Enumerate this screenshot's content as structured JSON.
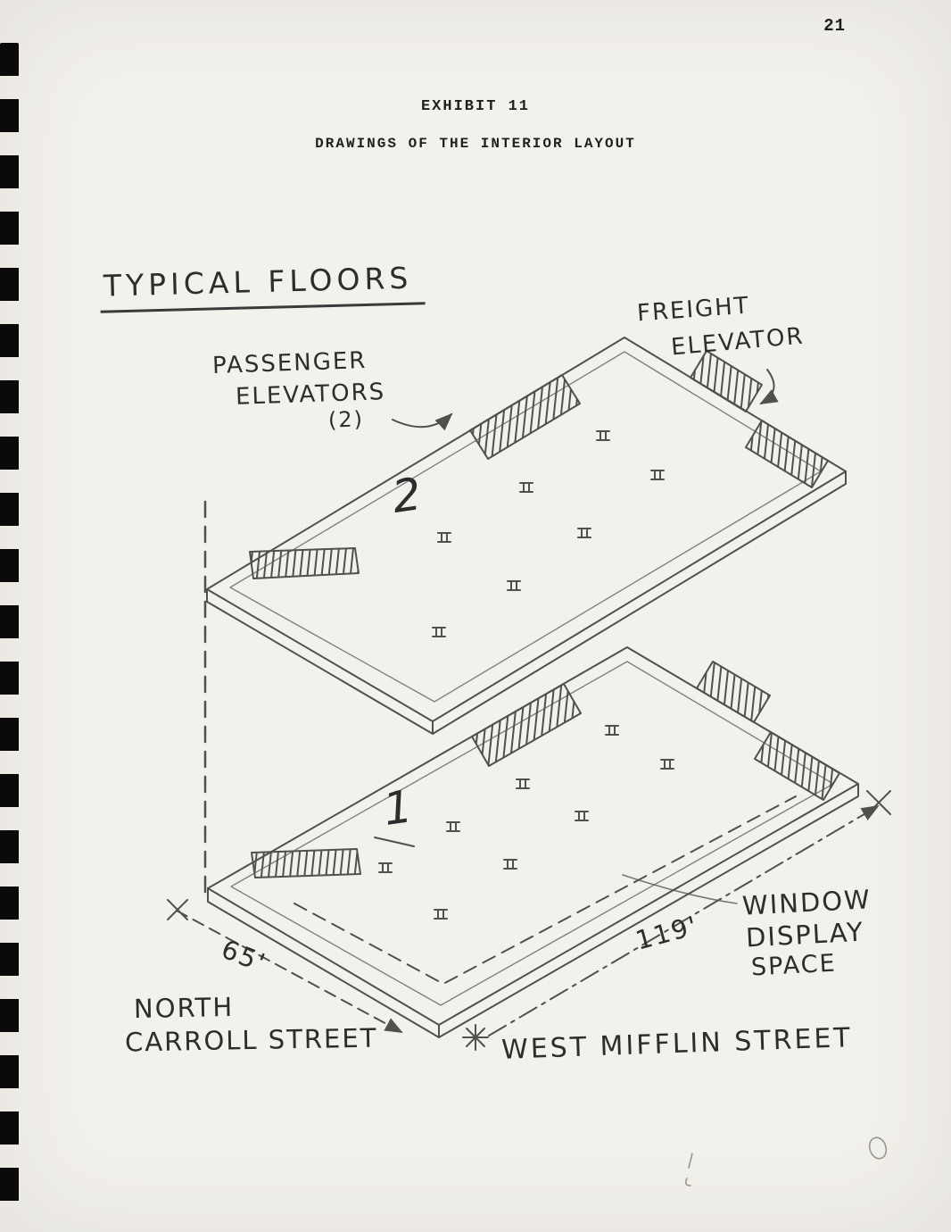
{
  "page": {
    "number": "21"
  },
  "header": {
    "exhibit_title": "EXHIBIT 11",
    "exhibit_subtitle": "DRAWINGS OF THE INTERIOR LAYOUT"
  },
  "sketch": {
    "heading": "TYPICAL FLOORS",
    "passenger_elevators": {
      "line1": "PASSENGER",
      "line2": "ELEVATORS",
      "line3": "(2)"
    },
    "freight_elevator": {
      "line1": "FREIGHT",
      "line2": "ELEVATOR"
    },
    "floor_labels": {
      "upper": "2",
      "lower": "1"
    },
    "dimensions": {
      "short_side": "65'",
      "long_side": "119'"
    },
    "window_display": {
      "line1": "WINDOW",
      "line2": "DISPLAY",
      "line3": "SPACE"
    },
    "streets": {
      "north_line1": "NORTH",
      "north_line2": "CARROLL STREET",
      "south": "WEST MIFFLIN STREET"
    },
    "pencil_color": "#3a3a3a"
  }
}
